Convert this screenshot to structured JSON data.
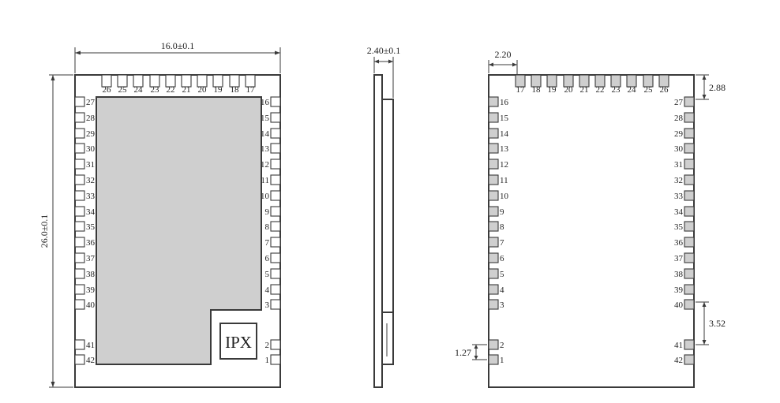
{
  "front_view": {
    "width_dim": "16.0±0.1",
    "height_dim": "26.0±0.1",
    "ipx_label": "IPX",
    "top_pins": [
      "26",
      "25",
      "24",
      "23",
      "22",
      "21",
      "20",
      "19",
      "18",
      "17"
    ],
    "left_pins": [
      "27",
      "28",
      "29",
      "30",
      "31",
      "32",
      "33",
      "34",
      "35",
      "36",
      "37",
      "38",
      "39",
      "40"
    ],
    "left_bottom_pins": [
      "41",
      "42"
    ],
    "right_pins": [
      "16",
      "15",
      "14",
      "13",
      "12",
      "11",
      "10",
      "9",
      "8",
      "7",
      "6",
      "5",
      "4",
      "3"
    ],
    "right_bottom_pins": [
      "2",
      "1"
    ]
  },
  "side_view": {
    "thickness_dim": "2.40±0.1"
  },
  "bottom_view": {
    "offset_dim": "2.20",
    "top_gap_dim": "2.88",
    "gap_dim": "3.52",
    "pitch_dim": "1.27",
    "top_pins": [
      "17",
      "18",
      "19",
      "20",
      "21",
      "22",
      "23",
      "24",
      "25",
      "26"
    ],
    "left_pins": [
      "16",
      "15",
      "14",
      "13",
      "12",
      "11",
      "10",
      "9",
      "8",
      "7",
      "6",
      "5",
      "4",
      "3"
    ],
    "left_bottom_pins": [
      "2",
      "1"
    ],
    "right_pins": [
      "27",
      "28",
      "29",
      "30",
      "31",
      "32",
      "33",
      "34",
      "35",
      "36",
      "37",
      "38",
      "39",
      "40"
    ],
    "right_bottom_pins": [
      "41",
      "42"
    ]
  }
}
